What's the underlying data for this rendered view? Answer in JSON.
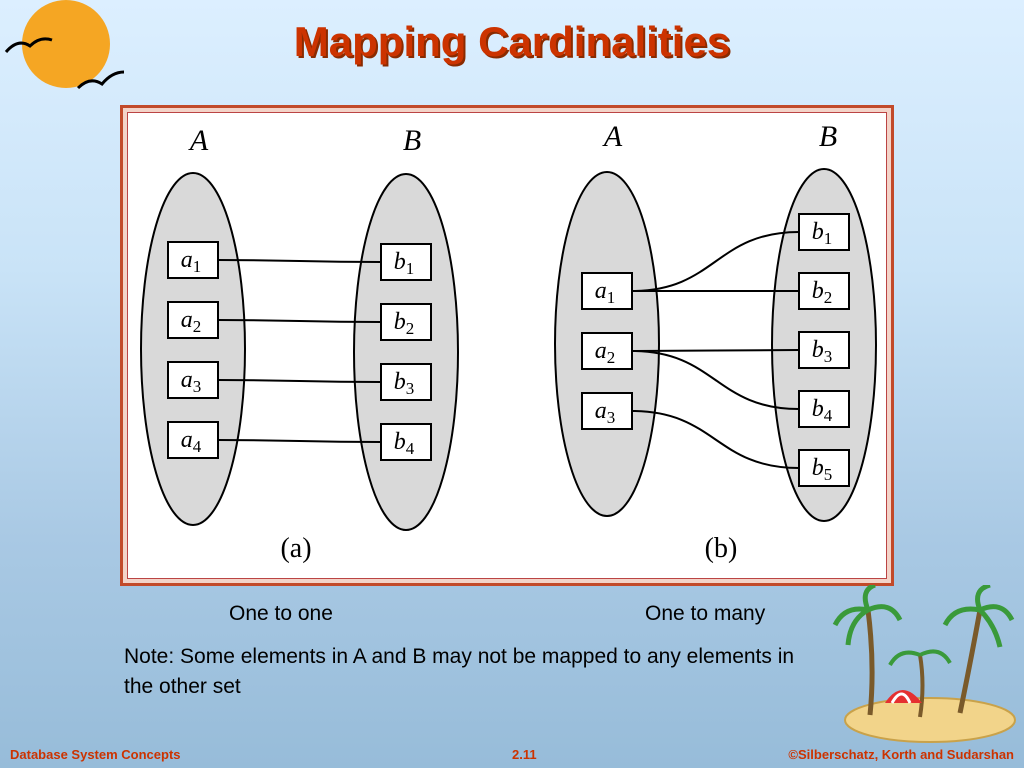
{
  "slide": {
    "title": "Mapping Cardinalities",
    "note": "Note: Some elements in A and B may not be mapped to any elements in the other set",
    "footer_left": "Database System Concepts",
    "footer_center": "2.11",
    "footer_right": "©Silberschatz, Korth and Sudarshan"
  },
  "diagram_a": {
    "set_a_label": "A",
    "set_b_label": "B",
    "sub_label": "(a)",
    "caption": "One to one",
    "a_items": [
      {
        "base": "a",
        "sub": "1"
      },
      {
        "base": "a",
        "sub": "2"
      },
      {
        "base": "a",
        "sub": "3"
      },
      {
        "base": "a",
        "sub": "4"
      }
    ],
    "b_items": [
      {
        "base": "b",
        "sub": "1"
      },
      {
        "base": "b",
        "sub": "2"
      },
      {
        "base": "b",
        "sub": "3"
      },
      {
        "base": "b",
        "sub": "4"
      }
    ],
    "edges": [
      [
        0,
        0
      ],
      [
        1,
        1
      ],
      [
        2,
        2
      ],
      [
        3,
        3
      ]
    ]
  },
  "diagram_b": {
    "set_a_label": "A",
    "set_b_label": "B",
    "sub_label": "(b)",
    "caption": "One to many",
    "a_items": [
      {
        "base": "a",
        "sub": "1"
      },
      {
        "base": "a",
        "sub": "2"
      },
      {
        "base": "a",
        "sub": "3"
      }
    ],
    "b_items": [
      {
        "base": "b",
        "sub": "1"
      },
      {
        "base": "b",
        "sub": "2"
      },
      {
        "base": "b",
        "sub": "3"
      },
      {
        "base": "b",
        "sub": "4"
      },
      {
        "base": "b",
        "sub": "5"
      }
    ],
    "edges": [
      [
        0,
        0
      ],
      [
        0,
        1
      ],
      [
        1,
        2
      ],
      [
        1,
        3
      ],
      [
        2,
        4
      ]
    ]
  },
  "colors": {
    "title": "#cc3300",
    "frame": "#c24a2a",
    "ellipse_fill": "#d9d9d9",
    "footer": "#cc3300"
  }
}
